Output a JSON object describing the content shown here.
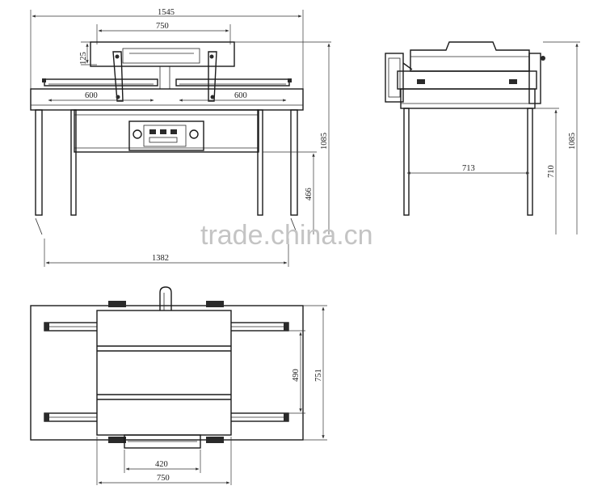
{
  "watermark": "trade.china.cn",
  "front_view": {
    "overall_width": "1545",
    "lid_width": "750",
    "lid_height": "125",
    "chamber_left_width": "600",
    "chamber_right_width": "600",
    "total_height": "1085",
    "leg_height": "466",
    "leg_span": "1382"
  },
  "side_view": {
    "table_depth": "713",
    "table_height": "710",
    "total_height": "1085"
  },
  "top_view": {
    "overall_depth": "751",
    "seal_bar_spacing": "490",
    "inner_width": "420",
    "lid_width": "750"
  }
}
